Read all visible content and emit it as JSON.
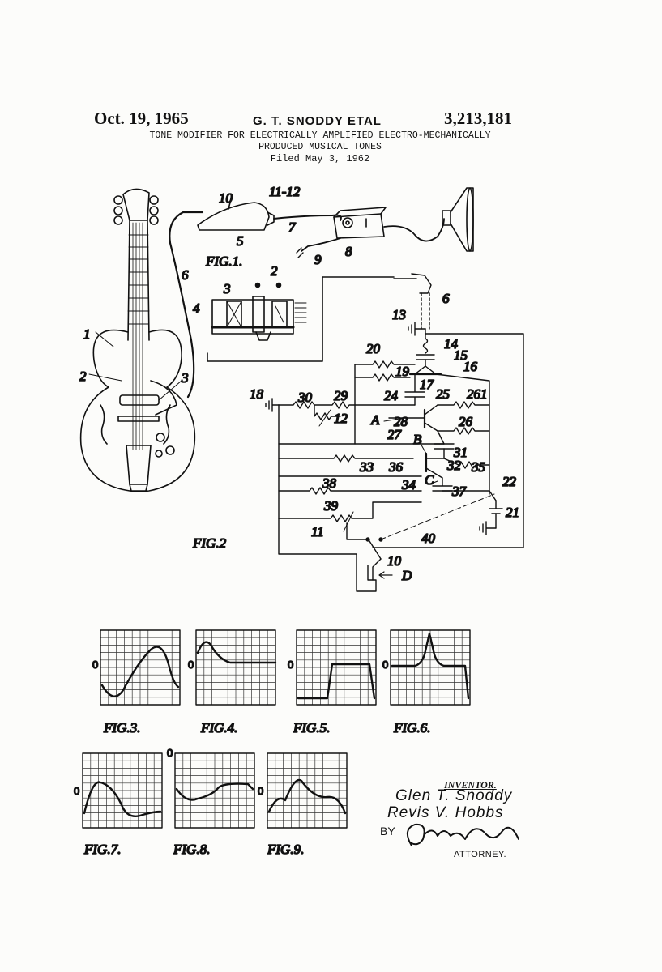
{
  "header": {
    "date": "Oct. 19, 1965",
    "inventors_short": "G. T. SNODDY ETAL",
    "patent_number": "3,213,181",
    "title_line1": "TONE MODIFIER FOR ELECTRICALLY AMPLIFIED ELECTRO-MECHANICALLY",
    "title_line2": "PRODUCED MUSICAL TONES",
    "filed": "Filed May 3, 1962"
  },
  "figures": {
    "fig1": "FIG.1.",
    "fig2": "FIG.2",
    "fig3": "FIG.3.",
    "fig4": "FIG.4.",
    "fig5": "FIG.5.",
    "fig6": "FIG.6.",
    "fig7": "FIG.7.",
    "fig8": "FIG.8.",
    "fig9": "FIG.9."
  },
  "labels": {
    "fig1": [
      "1",
      "2",
      "3",
      "5",
      "6",
      "7",
      "8",
      "9",
      "10",
      "11-12"
    ],
    "fig1_detail": [
      "2",
      "3",
      "4"
    ],
    "fig2": [
      "6",
      "13",
      "14",
      "15",
      "16",
      "17",
      "18",
      "19",
      "20",
      "24",
      "25",
      "261",
      "26",
      "27",
      "28",
      "29",
      "30",
      "12",
      "A",
      "B",
      "C",
      "31",
      "32",
      "33",
      "34",
      "35",
      "36",
      "37",
      "38",
      "39",
      "11",
      "10",
      "40",
      "21",
      "22",
      "D"
    ],
    "zero_marker": "0"
  },
  "signature": {
    "heading": "INVENTOR.",
    "inventor_1": "Glen T. Snoddy",
    "inventor_2": "Revis V. Hobbs",
    "by": "BY",
    "attorney_signature": "Otto A. Earl",
    "attorney_label": "ATTORNEY."
  }
}
